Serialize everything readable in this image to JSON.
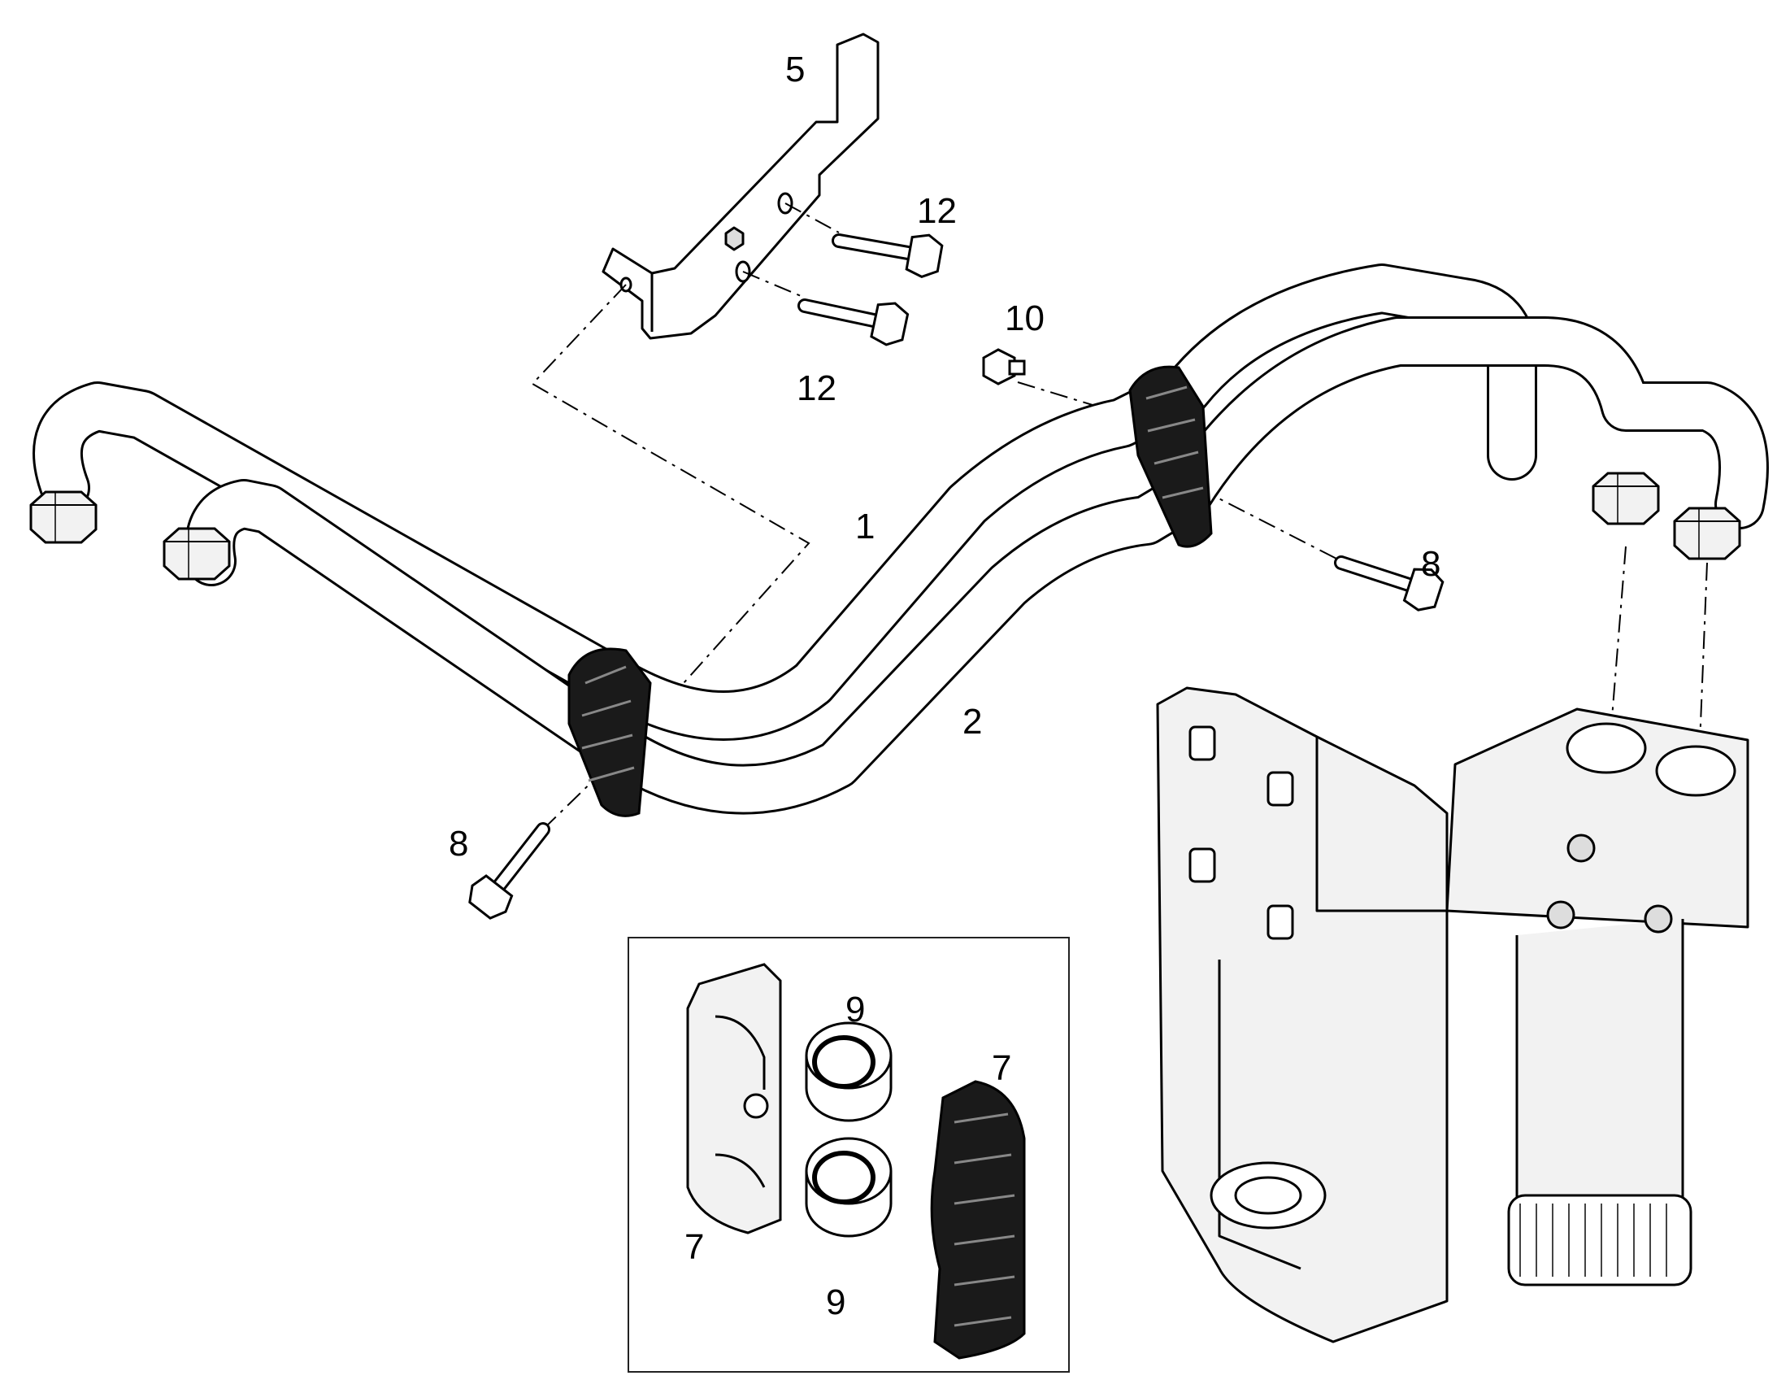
{
  "diagram": {
    "kind": "exploded parts diagram",
    "colors": {
      "line": "#000000",
      "fill": "#ffffff",
      "shade": "#f2f2f2",
      "clamp": "#1a1a1a"
    }
  },
  "callouts": {
    "c1": "1",
    "c2": "2",
    "c5": "5",
    "c7_left": "7",
    "c7_right": "7",
    "c8_left": "8",
    "c8_right": "8",
    "c9_top": "9",
    "c9_bottom": "9",
    "c10": "10",
    "c12_upper": "12",
    "c12_lower": "12"
  }
}
